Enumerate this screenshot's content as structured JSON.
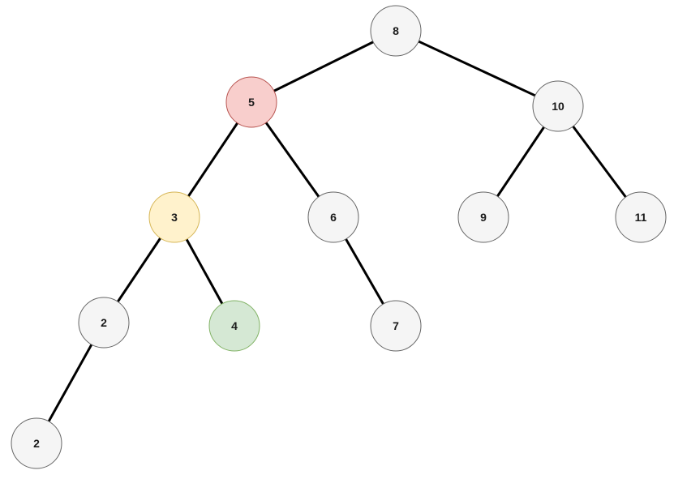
{
  "title": "Binary tree",
  "colors": {
    "default": {
      "fill": "#f5f5f5",
      "stroke": "#666666"
    },
    "red": {
      "fill": "#f8cecc",
      "stroke": "#b85450"
    },
    "yellow": {
      "fill": "#fff2cc",
      "stroke": "#d6b656"
    },
    "green": {
      "fill": "#d5e8d4",
      "stroke": "#82b366"
    },
    "edge": "#000000"
  },
  "nodes": [
    {
      "id": "n8",
      "label": "8",
      "style": "default"
    },
    {
      "id": "n5",
      "label": "5",
      "style": "red"
    },
    {
      "id": "n10",
      "label": "10",
      "style": "default"
    },
    {
      "id": "n3",
      "label": "3",
      "style": "yellow"
    },
    {
      "id": "n6",
      "label": "6",
      "style": "default"
    },
    {
      "id": "n9",
      "label": "9",
      "style": "default"
    },
    {
      "id": "n11",
      "label": "11",
      "style": "default"
    },
    {
      "id": "n2a",
      "label": "2",
      "style": "default"
    },
    {
      "id": "n4",
      "label": "4",
      "style": "green"
    },
    {
      "id": "n7",
      "label": "7",
      "style": "default"
    },
    {
      "id": "n2b",
      "label": "2",
      "style": "default"
    }
  ],
  "edges": [
    [
      "n8",
      "n5"
    ],
    [
      "n8",
      "n10"
    ],
    [
      "n5",
      "n3"
    ],
    [
      "n5",
      "n6"
    ],
    [
      "n10",
      "n9"
    ],
    [
      "n10",
      "n11"
    ],
    [
      "n3",
      "n2a"
    ],
    [
      "n3",
      "n4"
    ],
    [
      "n6",
      "n7"
    ],
    [
      "n2a",
      "n2b"
    ]
  ]
}
